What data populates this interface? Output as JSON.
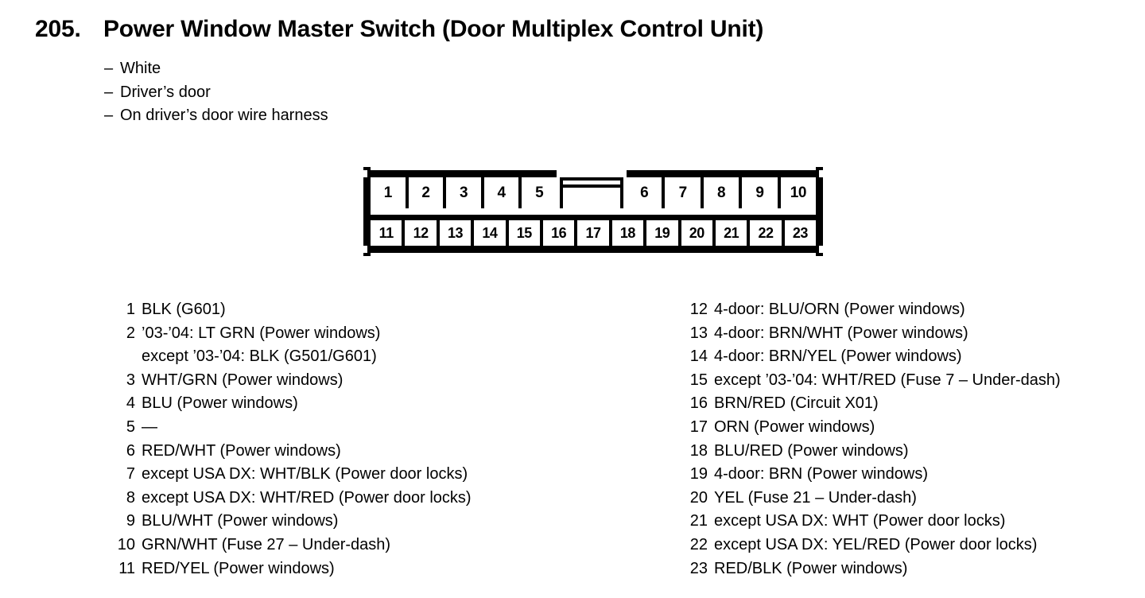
{
  "header": {
    "number": "205.",
    "title": "Power Window Master Switch (Door Multiplex Control Unit)"
  },
  "notes": [
    "White",
    "Driver’s door",
    "On driver’s door wire harness"
  ],
  "connector": {
    "top_left_cells": [
      "1",
      "2",
      "3",
      "4",
      "5"
    ],
    "top_right_cells": [
      "6",
      "7",
      "8",
      "9",
      "10"
    ],
    "bottom_cells": [
      "11",
      "12",
      "13",
      "14",
      "15",
      "16",
      "17",
      "18",
      "19",
      "20",
      "21",
      "22",
      "23"
    ]
  },
  "pins_left": [
    {
      "num": "1",
      "desc": "BLK (G601)"
    },
    {
      "num": "2",
      "desc": "’03-’04: LT GRN (Power windows)",
      "cont": "except ’03-’04: BLK (G501/G601)"
    },
    {
      "num": "3",
      "desc": "WHT/GRN (Power windows)"
    },
    {
      "num": "4",
      "desc": "BLU (Power windows)"
    },
    {
      "num": "5",
      "desc": "—"
    },
    {
      "num": "6",
      "desc": "RED/WHT (Power windows)"
    },
    {
      "num": "7",
      "desc": "except USA DX: WHT/BLK (Power door locks)"
    },
    {
      "num": "8",
      "desc": "except USA DX: WHT/RED (Power door locks)"
    },
    {
      "num": "9",
      "desc": "BLU/WHT (Power windows)"
    },
    {
      "num": "10",
      "desc": "GRN/WHT (Fuse 27 – Under-dash)"
    },
    {
      "num": "11",
      "desc": "RED/YEL (Power windows)"
    }
  ],
  "pins_right": [
    {
      "num": "12",
      "desc": "4-door: BLU/ORN (Power windows)"
    },
    {
      "num": "13",
      "desc": "4-door: BRN/WHT (Power windows)"
    },
    {
      "num": "14",
      "desc": "4-door: BRN/YEL (Power windows)"
    },
    {
      "num": "15",
      "desc": "except ’03-’04: WHT/RED (Fuse 7 – Under-dash)"
    },
    {
      "num": "16",
      "desc": "BRN/RED (Circuit X01)"
    },
    {
      "num": "17",
      "desc": "ORN (Power windows)"
    },
    {
      "num": "18",
      "desc": "BLU/RED (Power windows)"
    },
    {
      "num": "19",
      "desc": "4-door: BRN (Power windows)"
    },
    {
      "num": "20",
      "desc": "YEL (Fuse 21 – Under-dash)"
    },
    {
      "num": "21",
      "desc": "except USA DX: WHT (Power door locks)"
    },
    {
      "num": "22",
      "desc": "except USA DX: YEL/RED (Power door locks)"
    },
    {
      "num": "23",
      "desc": "RED/BLK (Power windows)"
    }
  ],
  "colors": {
    "ink": "#000000",
    "paper": "#ffffff"
  }
}
